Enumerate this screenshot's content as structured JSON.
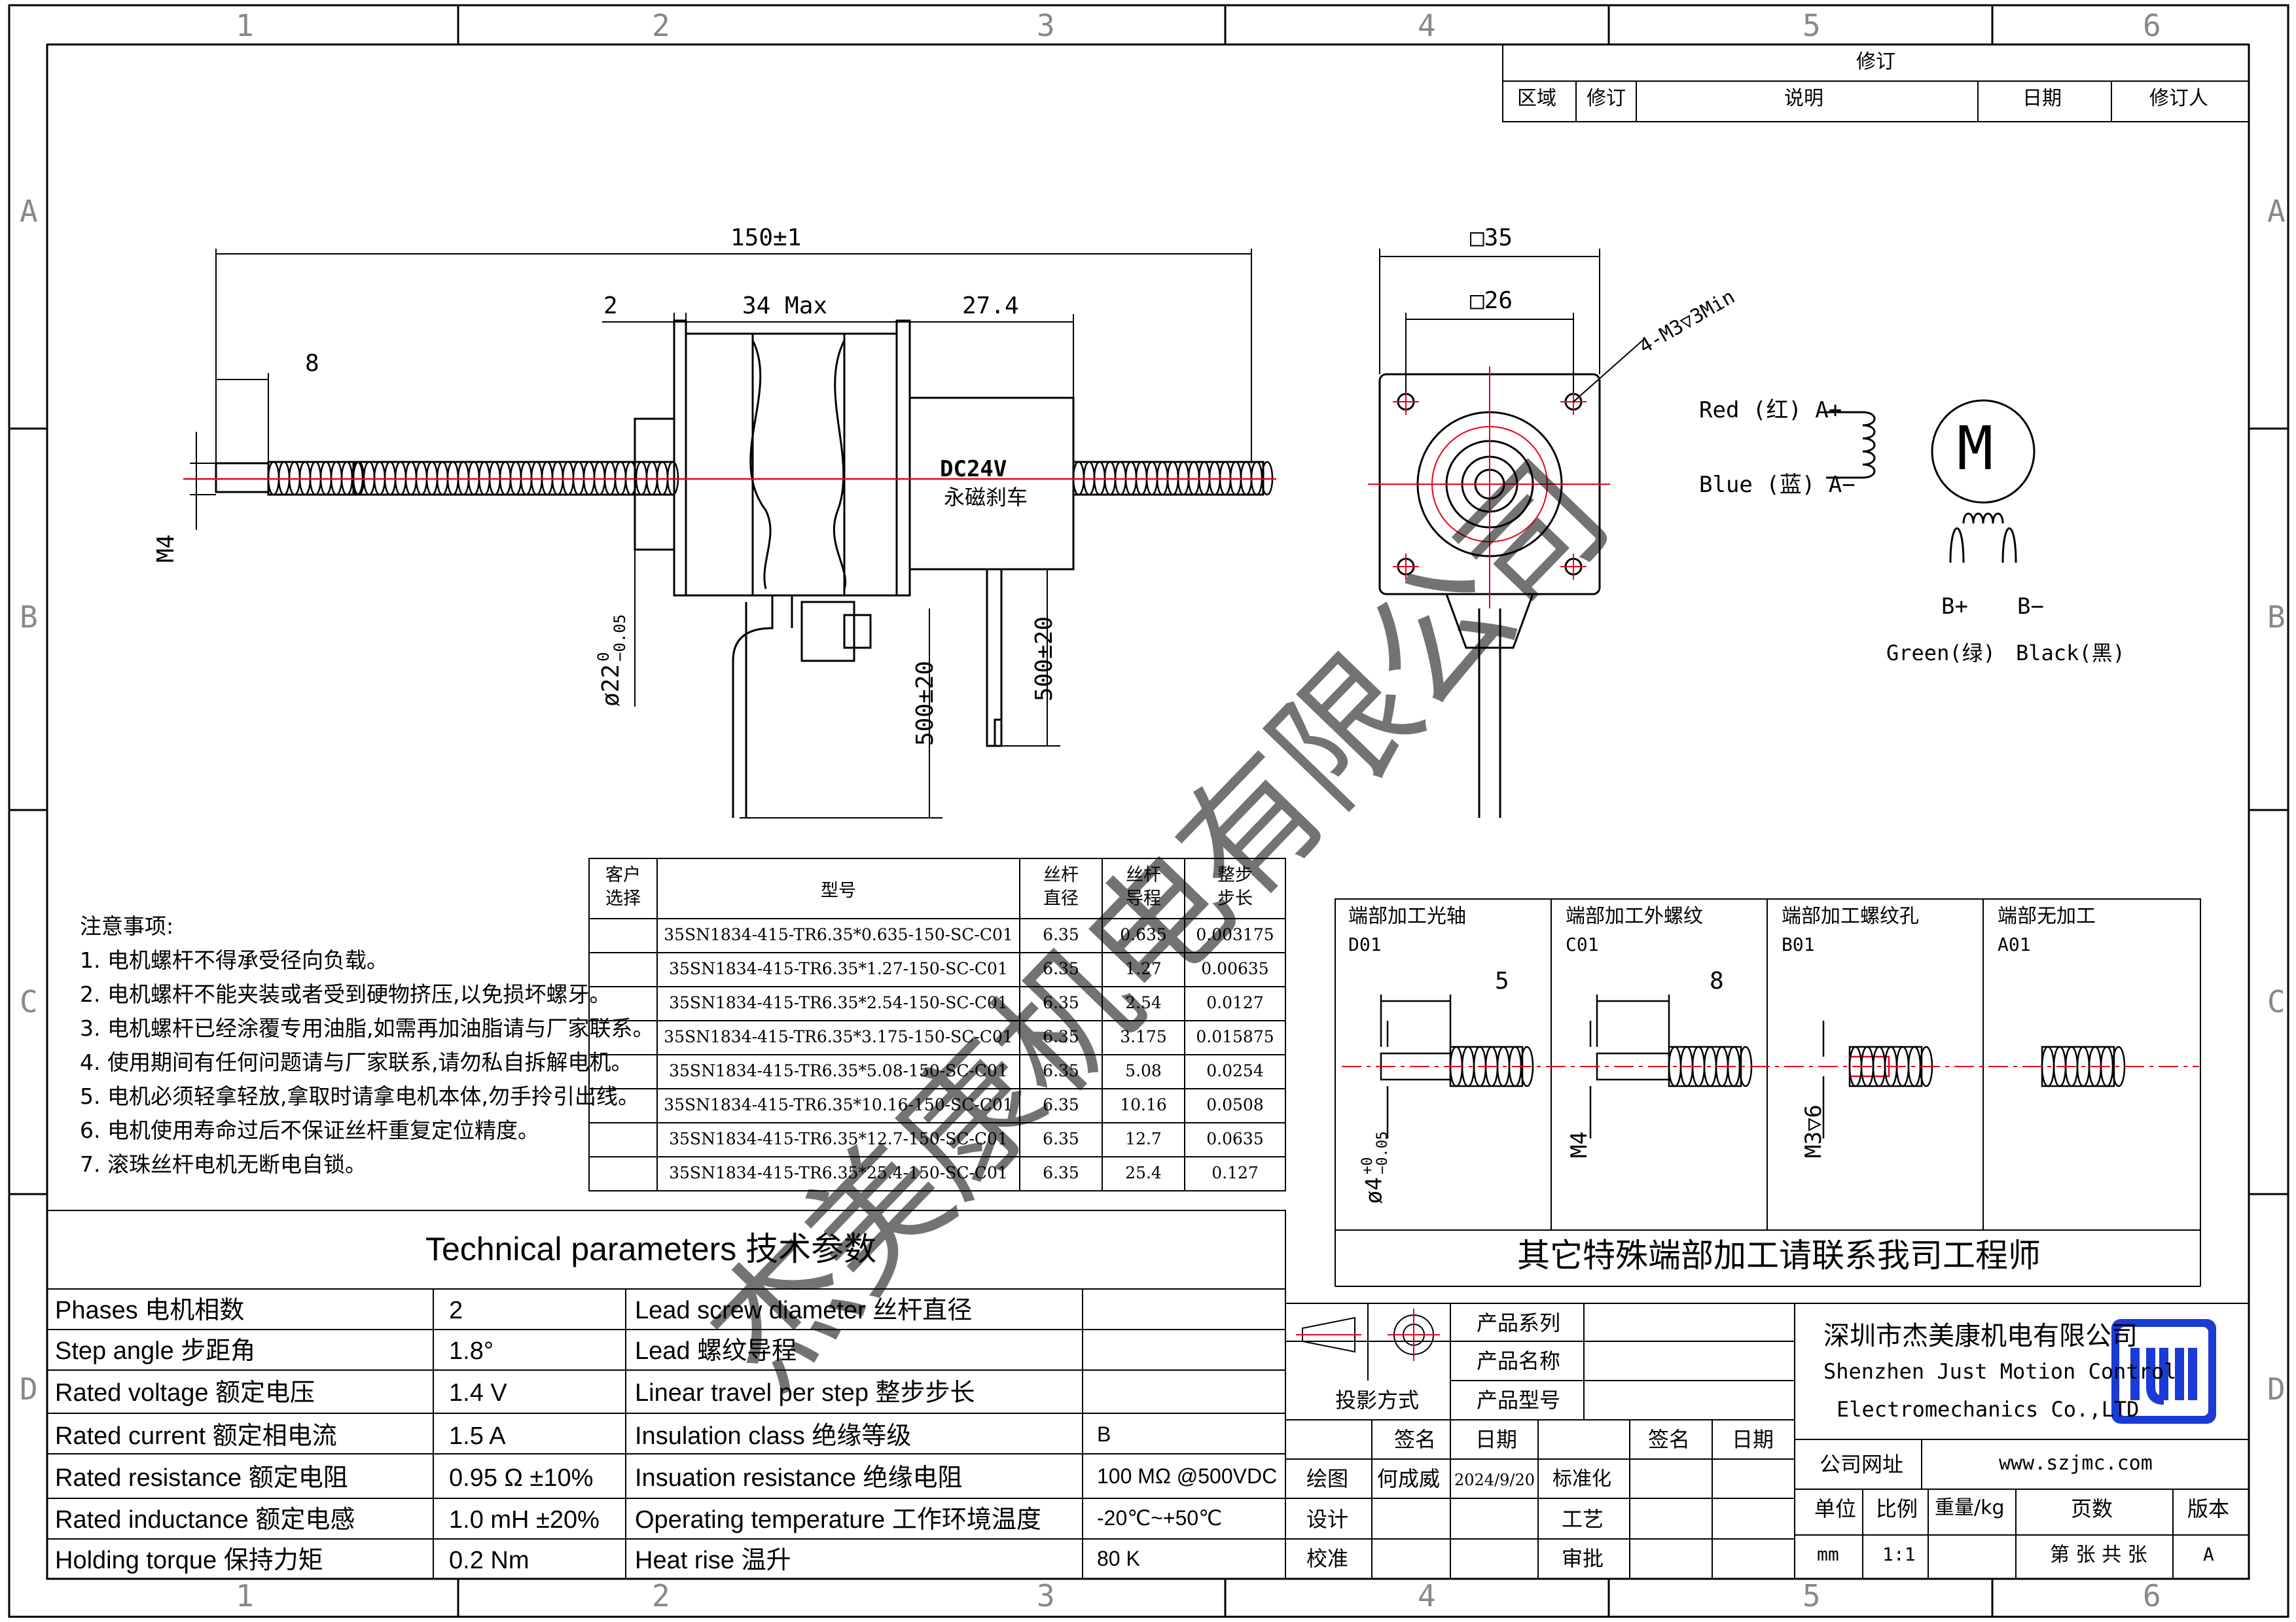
{
  "zone_columns": [
    "1",
    "2",
    "3",
    "4",
    "5",
    "6"
  ],
  "zone_rows": [
    "A",
    "B",
    "C",
    "D"
  ],
  "revision_table": {
    "title": "修订",
    "headers": [
      "区域",
      "修订",
      "说明",
      "日期",
      "修订人"
    ]
  },
  "side_view": {
    "overall_length": "150±1",
    "dim_brake": "2",
    "dim_body": "34 Max",
    "dim_tail": "27.4",
    "dim_end": "8",
    "thread_label": "M4",
    "boss_dia": "ø22",
    "boss_tol_upper": "0",
    "boss_tol_lower": "−0.05",
    "lead_len_1": "500±20",
    "lead_len_2": "500±20",
    "brake_voltage": "DC24V",
    "brake_type": "永磁刹车"
  },
  "front_view": {
    "flange": "□35",
    "hole_spacing": "□26",
    "holes": "4-M3▽3Min"
  },
  "wiring": {
    "motor": "M",
    "red": "Red (红) A+",
    "blue": "Blue (蓝) A−",
    "bplus": "B+",
    "bminus": "B−",
    "green": "Green(绿)",
    "black": "Black(黑)"
  },
  "notes": {
    "title": "注意事项:",
    "items": [
      "1. 电机螺杆不得承受径向负载。",
      "2. 电机螺杆不能夹装或者受到硬物挤压,以免损坏螺牙。",
      "3. 电机螺杆已经涂覆专用油脂,如需再加油脂请与厂家联系。",
      "4. 使用期间有任何问题请与厂家联系,请勿私自拆解电机。",
      "5. 电机必须轻拿轻放,拿取时请拿电机本体,勿手拎引出线。",
      "6. 电机使用寿命过后不保证丝杆重复定位精度。",
      "7. 滚珠丝杆电机无断电自锁。"
    ]
  },
  "model_table": {
    "headers": [
      "客户\n选择",
      "型号",
      "丝杆\n直径",
      "丝杆\n导程",
      "整步\n步长"
    ],
    "rows": [
      [
        "",
        "35SN1834-415-TR6.35*0.635-150-SC-C01",
        "6.35",
        "0.635",
        "0.003175"
      ],
      [
        "",
        "35SN1834-415-TR6.35*1.27-150-SC-C01",
        "6.35",
        "1.27",
        "0.00635"
      ],
      [
        "",
        "35SN1834-415-TR6.35*2.54-150-SC-C01",
        "6.35",
        "2.54",
        "0.0127"
      ],
      [
        "",
        "35SN1834-415-TR6.35*3.175-150-SC-C01",
        "6.35",
        "3.175",
        "0.015875"
      ],
      [
        "",
        "35SN1834-415-TR6.35*5.08-150-SC-C01",
        "6.35",
        "5.08",
        "0.0254"
      ],
      [
        "",
        "35SN1834-415-TR6.35*10.16-150-SC-C01",
        "6.35",
        "10.16",
        "0.0508"
      ],
      [
        "",
        "35SN1834-415-TR6.35*12.7-150-SC-C01",
        "6.35",
        "12.7",
        "0.0635"
      ],
      [
        "",
        "35SN1834-415-TR6.35*25.4-150-SC-C01",
        "6.35",
        "25.4",
        "0.127"
      ]
    ]
  },
  "end_options": {
    "cells": [
      {
        "title": "端部加工光轴",
        "code": "D01",
        "dim": "5",
        "label": "ø4",
        "label_tol_upper": "+0",
        "label_tol_lower": "−0.05"
      },
      {
        "title": "端部加工外螺纹",
        "code": "C01",
        "dim": "8",
        "label": "M4",
        "label_tol_upper": "",
        "label_tol_lower": ""
      },
      {
        "title": "端部加工螺纹孔",
        "code": "B01",
        "dim": "",
        "label": "M3▽6",
        "label_tol_upper": "",
        "label_tol_lower": ""
      },
      {
        "title": "端部无加工",
        "code": "A01",
        "dim": "",
        "label": "",
        "label_tol_upper": "",
        "label_tol_lower": ""
      }
    ],
    "footer": "其它特殊端部加工请联系我司工程师"
  },
  "tech_params": {
    "title": "Technical parameters 技术参数",
    "left": [
      {
        "label": "Phases 电机相数",
        "value": "2"
      },
      {
        "label": "Step angle 步距角",
        "value": "1.8°"
      },
      {
        "label": "Rated voltage 额定电压",
        "value": "1.4 V"
      },
      {
        "label": "Rated current 额定相电流",
        "value": "1.5 A"
      },
      {
        "label": "Rated resistance 额定电阻",
        "value": "0.95 Ω  ±10%"
      },
      {
        "label": "Rated inductance 额定电感",
        "value": "1.0 mH ±20%"
      },
      {
        "label": "Holding torque 保持力矩",
        "value": "0.2 Nm"
      }
    ],
    "right": [
      {
        "label": "Lead screw diameter 丝杆直径",
        "value": ""
      },
      {
        "label": "Lead 螺纹导程",
        "value": ""
      },
      {
        "label": "Linear travel per step 整步步长",
        "value": ""
      },
      {
        "label": "Insulation class 绝缘等级",
        "value": "B"
      },
      {
        "label": "Insuation resistance 绝缘电阻",
        "value": "100 MΩ @500VDC"
      },
      {
        "label": "Operating temperature 工作环境温度",
        "value": "-20℃~+50℃"
      },
      {
        "label": "Heat rise 温升",
        "value": "80 K"
      }
    ]
  },
  "title_block": {
    "projection": "投影方式",
    "series": "产品系列",
    "name": "产品名称",
    "model": "产品型号",
    "sign": "签名",
    "date": "日期",
    "draw": "绘图",
    "drawer": "何成威",
    "draw_date": "2024/9/20",
    "design": "设计",
    "check": "校准",
    "standard": "标准化",
    "process": "工艺",
    "approve": "审批",
    "sign2": "签名",
    "date2": "日期",
    "company_cn": "深圳市杰美康机电有限公司",
    "company_en1": "Shenzhen Just Motion Control",
    "company_en2": "Electromechanics Co.,LTD",
    "website_label": "公司网址",
    "website": "www.szjmc.com",
    "unit": "单位",
    "scale": "比例",
    "weight": "重量/kg",
    "pages": "页数",
    "version": "版本",
    "unit_val": "mm",
    "scale_val": "1:1",
    "pages_val": "第 张 共 张",
    "version_val": "A",
    "logo_text": "jm"
  },
  "watermark": "杰美康机电有限公司",
  "colors": {
    "line": "#000000",
    "center": "#e8001c",
    "logo": "#1a3bd6"
  }
}
